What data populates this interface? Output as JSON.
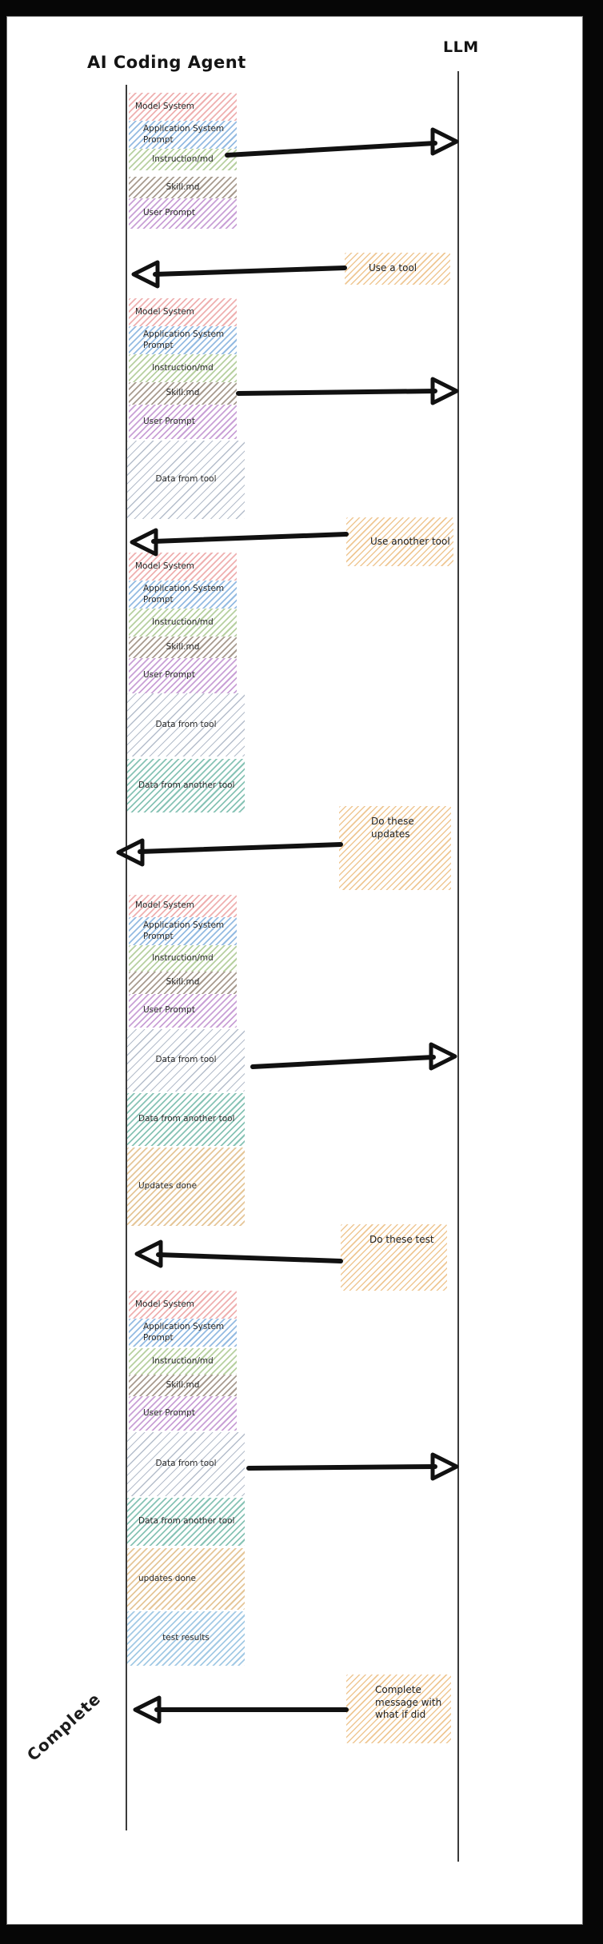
{
  "actors": {
    "left": "AI Coding Agent",
    "right": "LLM"
  },
  "colors": {
    "model_system": "#efb0b0",
    "application_system_prompt": "#94bbe2",
    "instruction_md": "#b7d0a0",
    "skill_md": "#a89b8f",
    "user_prompt": "#c9a0d6",
    "data_from_tool": "#b4bdcb",
    "data_from_another_tool": "#87c3b5",
    "updates_done": "#e5c698",
    "test_results": "#a3cae5",
    "note": "#efc793",
    "arrow": "#111111"
  },
  "labels": {
    "model_system": "Model System",
    "application_system_prompt": "Application System Prompt",
    "instruction_md": "Instruction/md",
    "skill_md": "Skill.md",
    "user_prompt": "User Prompt",
    "data_from_tool": "Data from tool",
    "data_from_another_tool": "Data from another tool",
    "updates_done_4": "Updates done",
    "updates_done_5": "updates done",
    "test_results": "test results"
  },
  "blocks": [
    {
      "items": [
        {
          "label": "Model System"
        },
        {
          "label": "Application System Prompt"
        },
        {
          "label": "Instruction/md"
        },
        {
          "label": "Skill.md"
        },
        {
          "label": "User Prompt"
        }
      ]
    },
    {
      "items": [
        {
          "label": "Model System"
        },
        {
          "label": "Application System Prompt"
        },
        {
          "label": "Instruction/md"
        },
        {
          "label": "Skill.md"
        },
        {
          "label": "User Prompt"
        },
        {
          "label": "Data from tool"
        }
      ]
    },
    {
      "items": [
        {
          "label": "Model System"
        },
        {
          "label": "Application System Prompt"
        },
        {
          "label": "Instruction/md"
        },
        {
          "label": "Skill.md"
        },
        {
          "label": "User Prompt"
        },
        {
          "label": "Data from tool"
        },
        {
          "label": "Data from another tool"
        }
      ]
    },
    {
      "items": [
        {
          "label": "Model System"
        },
        {
          "label": "Application System Prompt"
        },
        {
          "label": "Instruction/md"
        },
        {
          "label": "Skill.md"
        },
        {
          "label": "User Prompt"
        },
        {
          "label": "Data from tool"
        },
        {
          "label": "Data from another tool"
        },
        {
          "label": "Updates done"
        }
      ]
    },
    {
      "items": [
        {
          "label": "Model System"
        },
        {
          "label": "Application System Prompt"
        },
        {
          "label": "Instruction/md"
        },
        {
          "label": "Skill.md"
        },
        {
          "label": "User Prompt"
        },
        {
          "label": "Data from tool"
        },
        {
          "label": "Data from another tool"
        },
        {
          "label": "updates done"
        },
        {
          "label": "test results"
        }
      ]
    }
  ],
  "notes": {
    "use_a_tool": "Use a tool",
    "use_another_tool": "Use another tool",
    "do_these_updates": "Do these updates",
    "do_these_test": "Do these test",
    "complete_message": "Complete message with what if did"
  },
  "footer_label": "Complete"
}
